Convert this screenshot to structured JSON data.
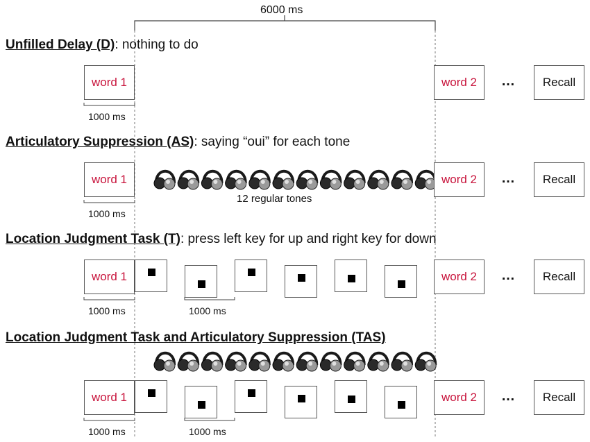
{
  "total_duration": "6000 ms",
  "ellipsis": "…",
  "recall_label": "Recall",
  "sections": [
    {
      "title": "Unfilled Delay (D)",
      "description": ": nothing to do",
      "word1": "word 1",
      "word2": "word 2",
      "duration_word": "1000 ms"
    },
    {
      "title": "Articulatory Suppression (AS)",
      "description": ": saying “oui” for each tone",
      "word1": "word 1",
      "word2": "word 2",
      "duration_word": "1000 ms",
      "tones_caption": "12 regular tones"
    },
    {
      "title": "Location Judgment Task (T)",
      "description": ": press left key for up and right key for down",
      "word1": "word 1",
      "word2": "word 2",
      "duration_word": "1000 ms",
      "duration_square": "1000 ms"
    },
    {
      "title": "Location Judgment Task and Articulatory Suppression (TAS)",
      "description": "",
      "word1": "word 1",
      "word2": "word 2",
      "duration_word": "1000 ms",
      "duration_square": "1000 ms"
    }
  ],
  "tone_count": 12,
  "square_positions": [
    "up",
    "down",
    "up",
    "up",
    "down",
    "down"
  ],
  "icons": {
    "tone": "headphones-icon",
    "square": "black-square-icon"
  }
}
